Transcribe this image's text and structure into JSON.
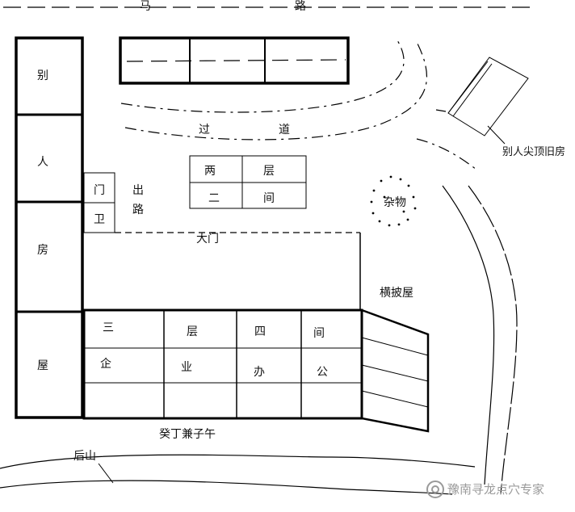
{
  "road": {
    "char1": "马",
    "char2": "路"
  },
  "left_building": {
    "c1": "别",
    "c2": "人",
    "c3": "房",
    "c4": "屋"
  },
  "guard": {
    "c1": "门",
    "c2": "卫"
  },
  "exit_road": {
    "c1": "出",
    "c2": "路"
  },
  "passage": {
    "c1": "过",
    "c2": "道"
  },
  "two_storey": {
    "c1": "两",
    "c2": "层",
    "c3": "二",
    "c4": "间"
  },
  "sundries": "杂物",
  "others_old_house": "别人尖顶旧房",
  "main_gate": "大门",
  "lean_to": "横披屋",
  "main_block": {
    "r1": [
      "三",
      "层",
      "四",
      "间"
    ],
    "r2": [
      "企",
      "业",
      "办",
      "公"
    ]
  },
  "orientation": "癸丁兼子午",
  "back_hill": "后山",
  "watermark": "豫南寻龙点穴专家"
}
